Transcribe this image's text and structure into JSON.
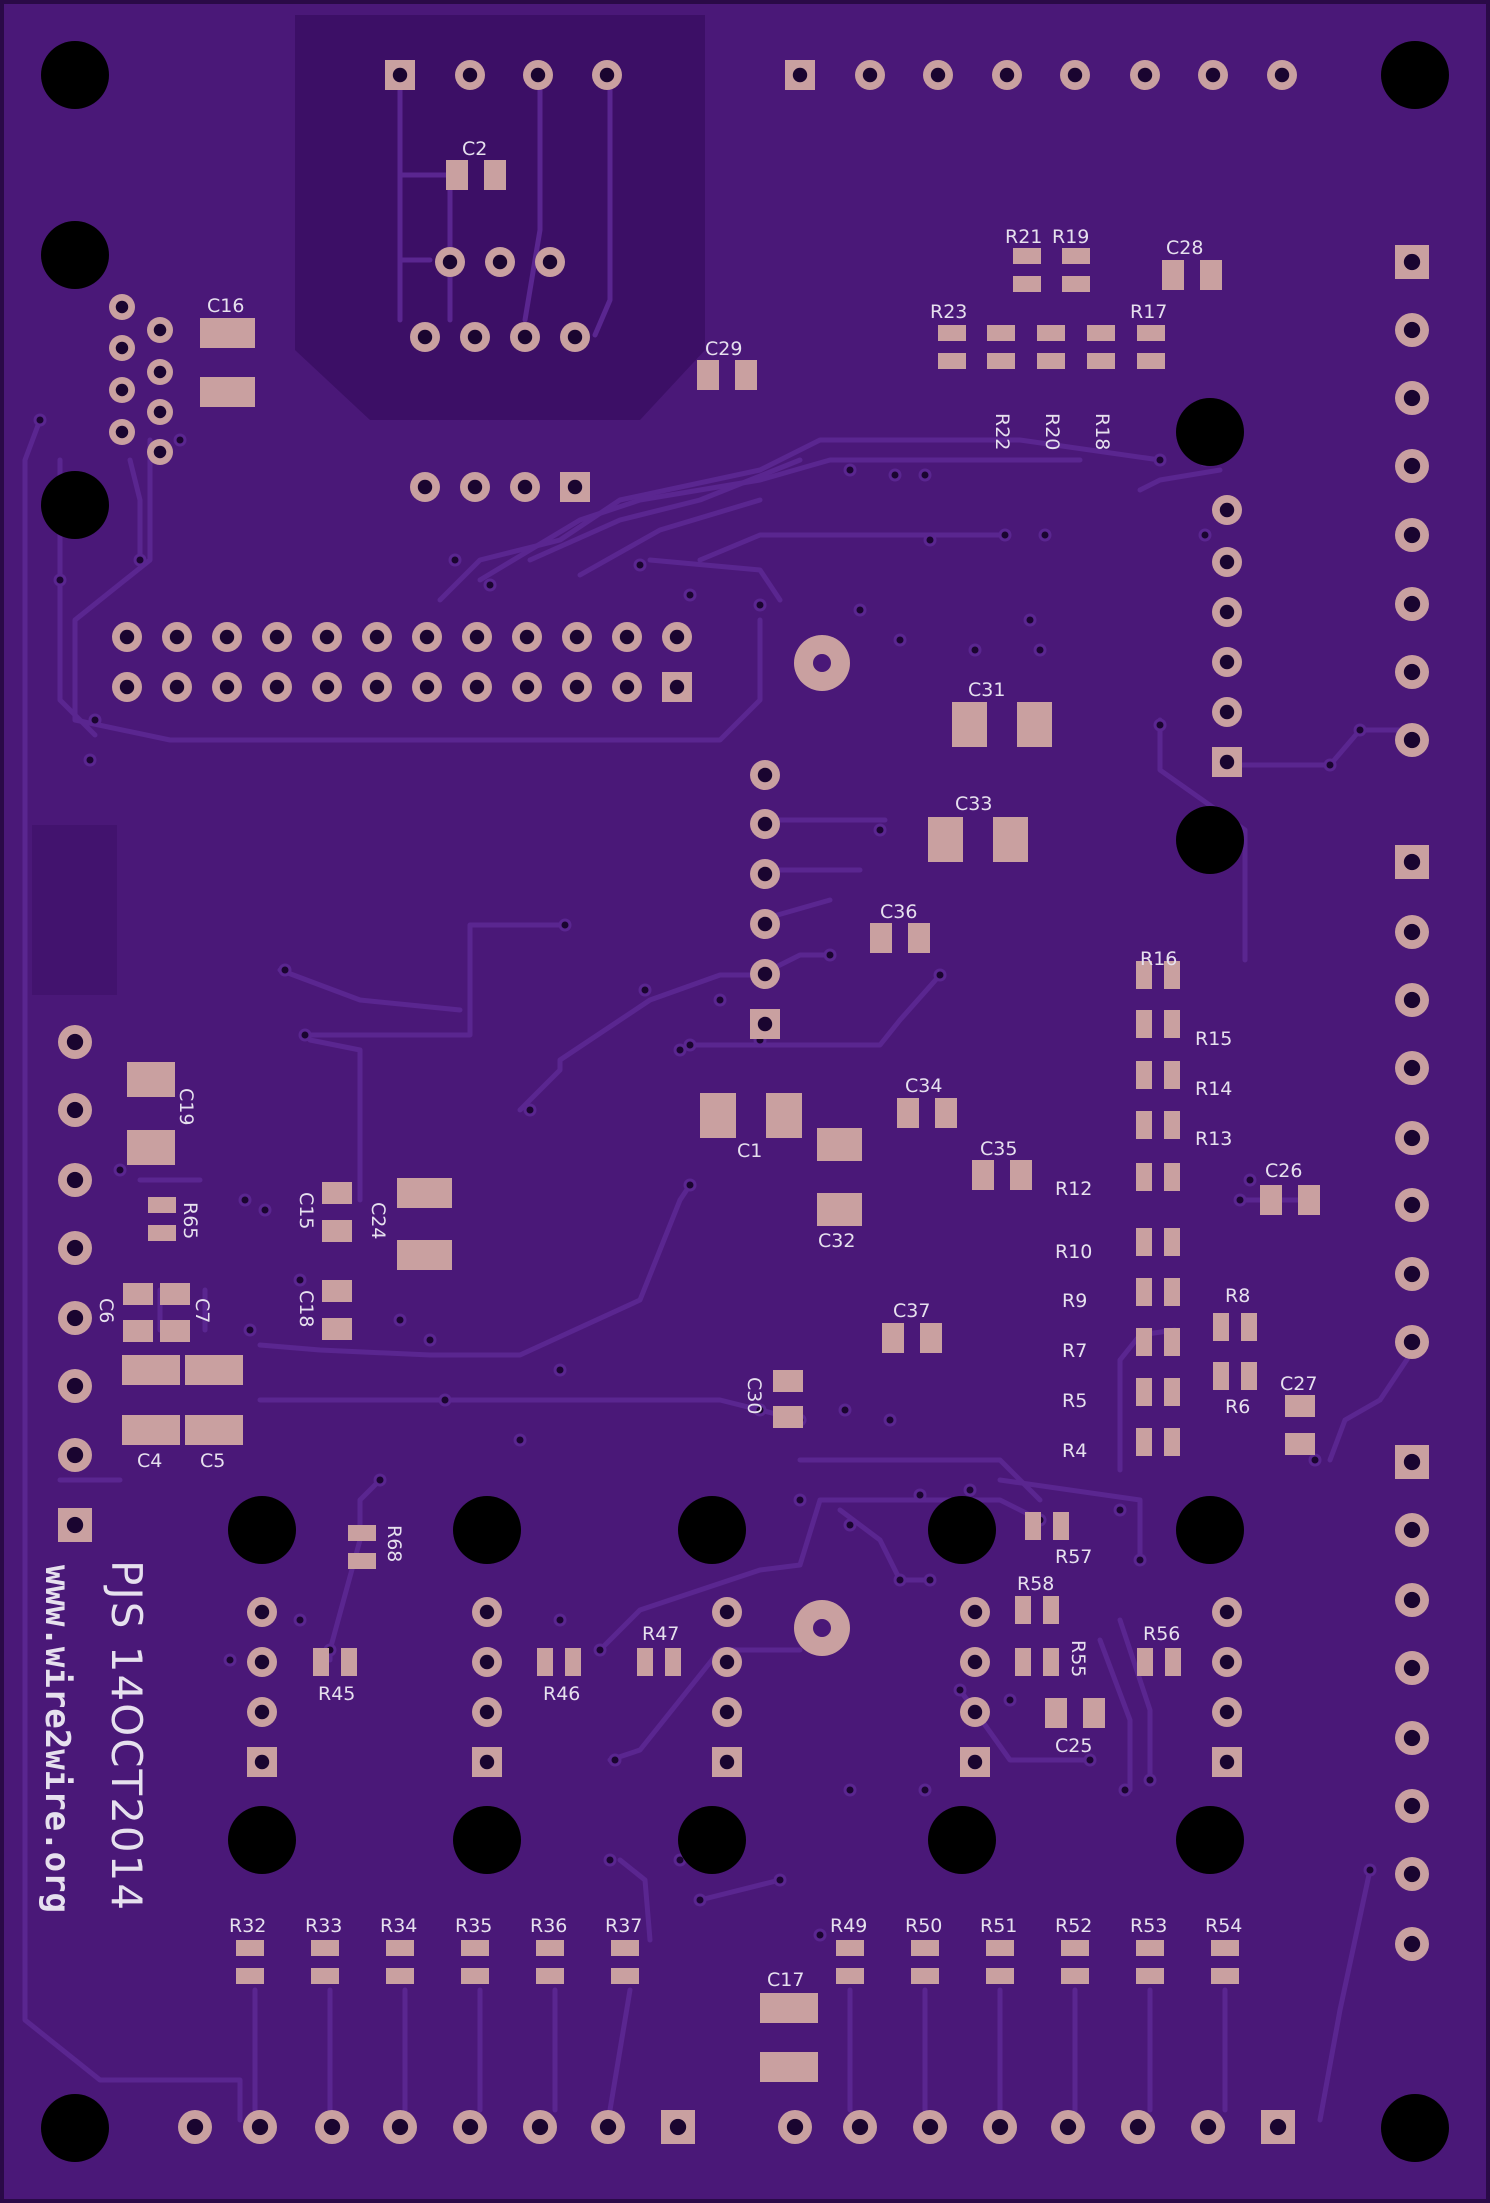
{
  "board": {
    "title": "PJS 14OCT2014",
    "website": "www.wire2wire.org",
    "colors": {
      "board": "#4a1878",
      "board_edge": "#2a0a47",
      "trace": "#5a2690",
      "pour": "#3c0f66",
      "pad": "#c9a0a0",
      "hole": "#000000",
      "silk": "#e6e0ee"
    }
  },
  "labels": {
    "C1": "C1",
    "C2": "C2",
    "C4": "C4",
    "C5": "C5",
    "C6": "C6",
    "C7": "C7",
    "C15": "C15",
    "C16": "C16",
    "C17": "C17",
    "C18": "C18",
    "C19": "C19",
    "C24": "C24",
    "C25": "C25",
    "C26": "C26",
    "C27": "C27",
    "C28": "C28",
    "C29": "C29",
    "C30": "C30",
    "C31": "C31",
    "C32": "C32",
    "C33": "C33",
    "C34": "C34",
    "C35": "C35",
    "C36": "C36",
    "C37": "C37",
    "R4": "R4",
    "R5": "R5",
    "R6": "R6",
    "R7": "R7",
    "R8": "R8",
    "R9": "R9",
    "R10": "R10",
    "R12": "R12",
    "R13": "R13",
    "R14": "R14",
    "R15": "R15",
    "R16": "R16",
    "R17": "R17",
    "R18": "R18",
    "R19": "R19",
    "R20": "R20",
    "R21": "R21",
    "R22": "R22",
    "R23": "R23",
    "R32": "R32",
    "R33": "R33",
    "R34": "R34",
    "R35": "R35",
    "R36": "R36",
    "R37": "R37",
    "R45": "R45",
    "R46": "R46",
    "R47": "R47",
    "R49": "R49",
    "R50": "R50",
    "R51": "R51",
    "R52": "R52",
    "R53": "R53",
    "R54": "R54",
    "R55": "R55",
    "R56": "R56",
    "R57": "R57",
    "R58": "R58",
    "R65": "R65",
    "R68": "R68"
  }
}
